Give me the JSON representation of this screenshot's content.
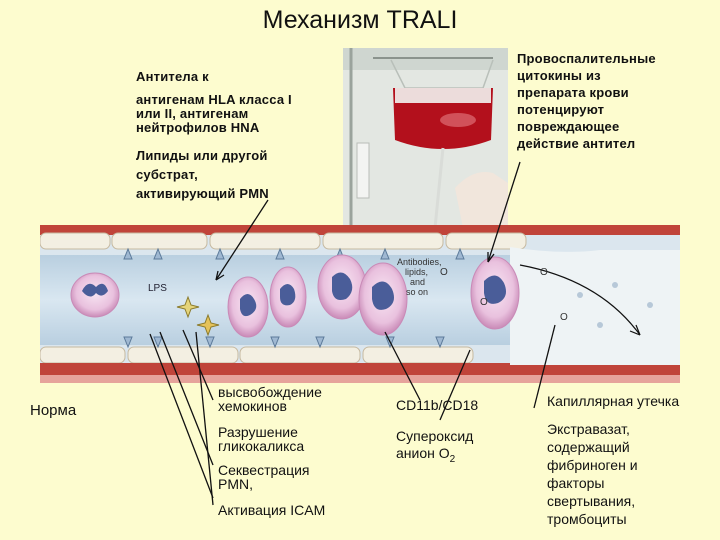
{
  "title": "Механизм TRALI",
  "labels": {
    "antibodies": [
      "Антитела к",
      "антигенам HLA класса I",
      "или II,  антигенам",
      "нейтрофилов HNA"
    ],
    "lipids": [
      "Липиды или другой",
      "субстрат,",
      "активирующий PMN"
    ],
    "cytokines": [
      "Провоспалительные",
      "цитокины из",
      "препарата крови",
      "потенцируют",
      "повреждающее",
      "действие антител"
    ],
    "norma": "Норма",
    "mediators": [
      "высвобождение",
      "хемокинов",
      "Разрушение",
      "гликокаликса",
      "Секвестрация",
      "PMN,",
      "Активация ICAM"
    ],
    "cd11b": "CD11b/CD18",
    "superoxide": [
      "Супероксид",
      "анион O",
      "2"
    ],
    "leak": "Капиллярная утечка",
    "exudate": [
      "Экстравазат,",
      "содержащий",
      "фибриноген и",
      "факторы",
      "свертывания,",
      "тромбоциты"
    ]
  },
  "diagram_text": {
    "lps": "LPS",
    "bag_label": [
      "Antibodies,",
      "lipids,",
      "and",
      "so on"
    ],
    "o2_a": "O",
    "o2_b": "O",
    "o2_c": "O",
    "o2_d": "O",
    "o2_sub": "2"
  },
  "colors": {
    "background": "#fdfccf",
    "vessel_lumen": "#c8dbe8",
    "wall_top": "#f3efe2",
    "wall_red": "#c0443a",
    "cell_membrane": "#d9a6cc",
    "cell_fill": "#efd3e8",
    "nucleus": "#4a5d99",
    "blood": "#b3101c"
  }
}
